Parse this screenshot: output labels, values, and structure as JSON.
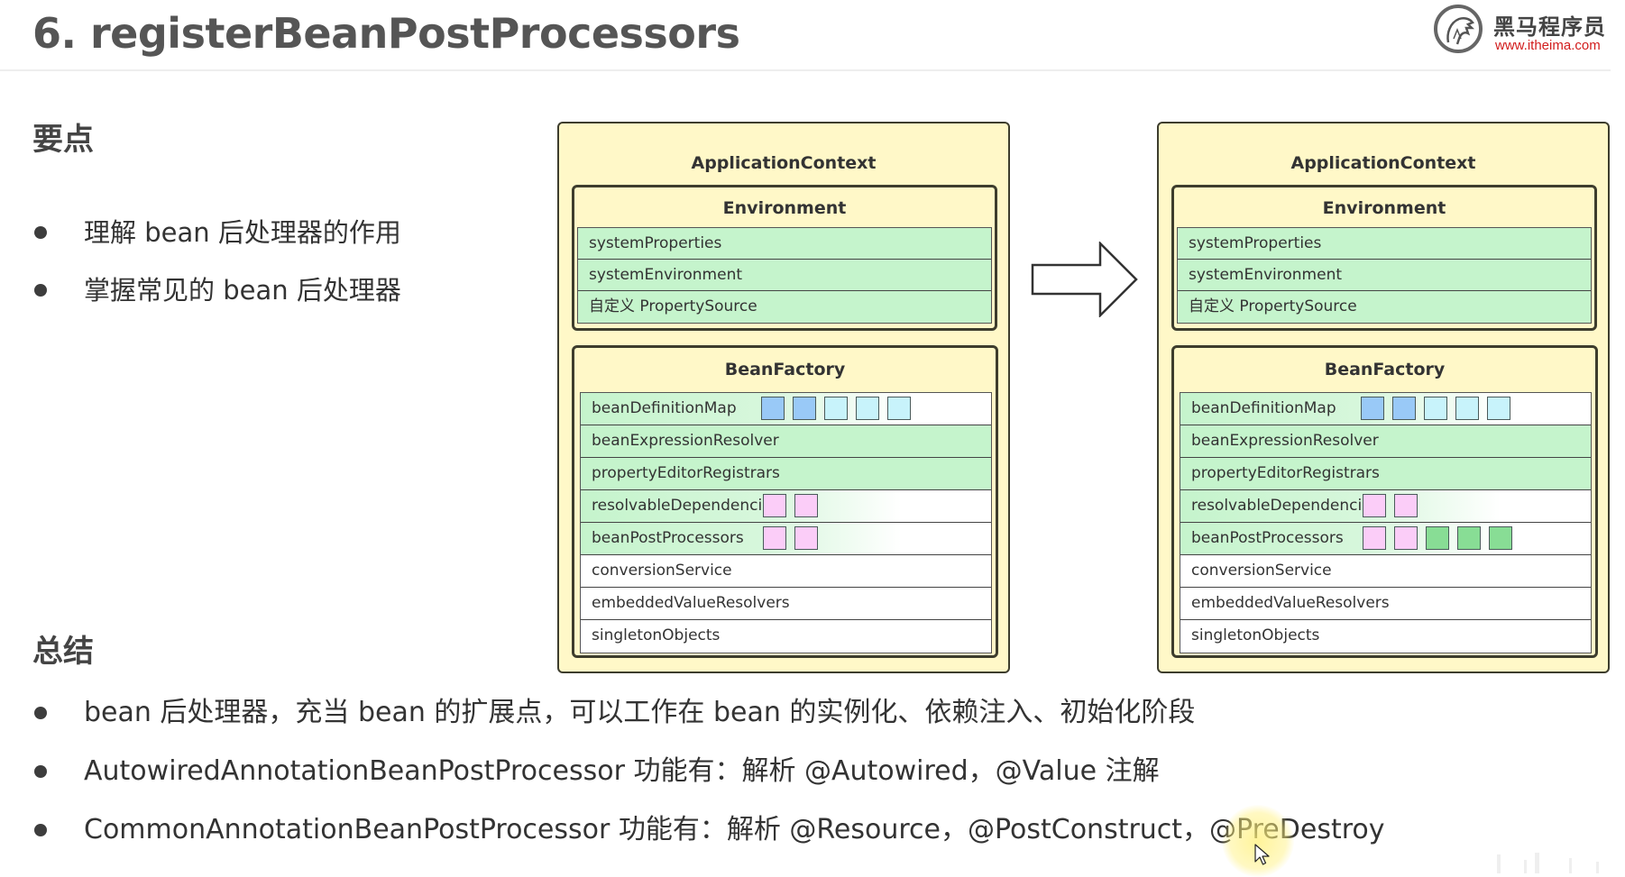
{
  "header": {
    "title": "6. registerBeanPostProcessors",
    "logo": {
      "icon": "horse-head-logo-icon",
      "brand": "黑马程序员",
      "url_text": "www.itheima.com",
      "url_color": "#d21c1c"
    }
  },
  "key_points": {
    "heading": "要点",
    "items": [
      "理解 bean 后处理器的作用",
      "掌握常见的 bean 后处理器"
    ]
  },
  "summary": {
    "heading": "总结",
    "items": [
      "bean 后处理器，充当 bean 的扩展点，可以工作在 bean 的实例化、依赖注入、初始化阶段",
      "AutowiredAnnotationBeanPostProcessor 功能有：解析 @Autowired，@Value 注解",
      "CommonAnnotationBeanPostProcessor 功能有：解析 @Resource，@PostConstruct，@PreDestroy"
    ]
  },
  "colors": {
    "context_bg": "#fff8c8",
    "row_green": "#c5f4cc",
    "chip_blue_dark": "#99c9f7",
    "chip_blue_light": "#c8f3fb",
    "chip_pink": "#fbcdf8",
    "chip_green": "#88dd95"
  },
  "diagram": {
    "arrow_icon": "right-arrow-icon",
    "before": {
      "title": "ApplicationContext",
      "environment": {
        "title": "Environment",
        "rows": [
          "systemProperties",
          "systemEnvironment",
          "自定义 PropertySource"
        ]
      },
      "bean_factory": {
        "title": "BeanFactory",
        "rows": [
          {
            "label": "beanDefinitionMap",
            "style": "g-fade",
            "chips": [
              "blue_dark",
              "blue_dark",
              "blue_light",
              "blue_light",
              "blue_light"
            ]
          },
          {
            "label": "beanExpressionResolver",
            "style": "g-full",
            "chips": []
          },
          {
            "label": "propertyEditorRegistrars",
            "style": "g-full",
            "chips": []
          },
          {
            "label": "resolvableDependencies",
            "style": "g-fade",
            "chips": [
              "pink",
              "pink"
            ]
          },
          {
            "label": "beanPostProcessors",
            "style": "g-fade",
            "chips": [
              "pink",
              "pink"
            ]
          },
          {
            "label": "conversionService",
            "style": "white",
            "chips": []
          },
          {
            "label": "embeddedValueResolvers",
            "style": "white",
            "chips": []
          },
          {
            "label": "singletonObjects",
            "style": "white",
            "chips": []
          }
        ]
      }
    },
    "after": {
      "title": "ApplicationContext",
      "environment": {
        "title": "Environment",
        "rows": [
          "systemProperties",
          "systemEnvironment",
          "自定义 PropertySource"
        ]
      },
      "bean_factory": {
        "title": "BeanFactory",
        "rows": [
          {
            "label": "beanDefinitionMap",
            "style": "g-fade",
            "chips": [
              "blue_dark",
              "blue_dark",
              "blue_light",
              "blue_light",
              "blue_light"
            ]
          },
          {
            "label": "beanExpressionResolver",
            "style": "g-full",
            "chips": []
          },
          {
            "label": "propertyEditorRegistrars",
            "style": "g-full",
            "chips": []
          },
          {
            "label": "resolvableDependencies",
            "style": "g-fade",
            "chips": [
              "pink",
              "pink"
            ]
          },
          {
            "label": "beanPostProcessors",
            "style": "g-fade",
            "chips": [
              "pink",
              "pink",
              "green",
              "green",
              "green"
            ]
          },
          {
            "label": "conversionService",
            "style": "white",
            "chips": []
          },
          {
            "label": "embeddedValueResolvers",
            "style": "white",
            "chips": []
          },
          {
            "label": "singletonObjects",
            "style": "white",
            "chips": []
          }
        ]
      }
    }
  }
}
